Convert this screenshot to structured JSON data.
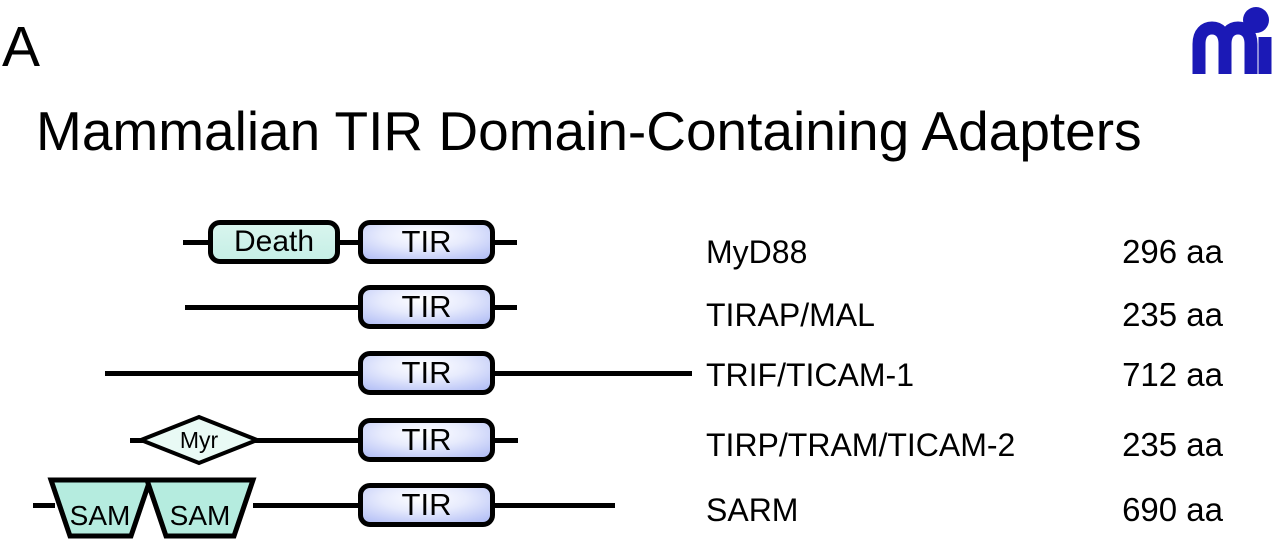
{
  "figure": {
    "panel_label": "A",
    "title": "Mammalian TIR Domain-Containing Adapters",
    "logo_text": "mi"
  },
  "colors": {
    "logo_blue": "#1b19b6",
    "tir_fill_edge": "#7085e9",
    "tir_fill_center": "#ffffff",
    "death_fill": "#cdf1e9",
    "sam_fill": "#b5ecdf",
    "myr_fill": "#e9faf5",
    "line": "#000000"
  },
  "adapters": [
    {
      "name": "MyD88",
      "length": "296 aa",
      "domains": [
        {
          "type": "death",
          "label": "Death"
        },
        {
          "type": "tir",
          "label": "TIR"
        }
      ]
    },
    {
      "name": "TIRAP/MAL",
      "length": "235 aa",
      "domains": [
        {
          "type": "tir",
          "label": "TIR"
        }
      ]
    },
    {
      "name": "TRIF/TICAM-1",
      "length": "712 aa",
      "domains": [
        {
          "type": "tir",
          "label": "TIR"
        }
      ]
    },
    {
      "name": "TIRP/TRAM/TICAM-2",
      "length": "235 aa",
      "domains": [
        {
          "type": "myr",
          "label": "Myr"
        },
        {
          "type": "tir",
          "label": "TIR"
        }
      ]
    },
    {
      "name": "SARM",
      "length": "690 aa",
      "domains": [
        {
          "type": "sam",
          "label": "SAM"
        },
        {
          "type": "sam",
          "label": "SAM"
        },
        {
          "type": "tir",
          "label": "TIR"
        }
      ]
    }
  ]
}
